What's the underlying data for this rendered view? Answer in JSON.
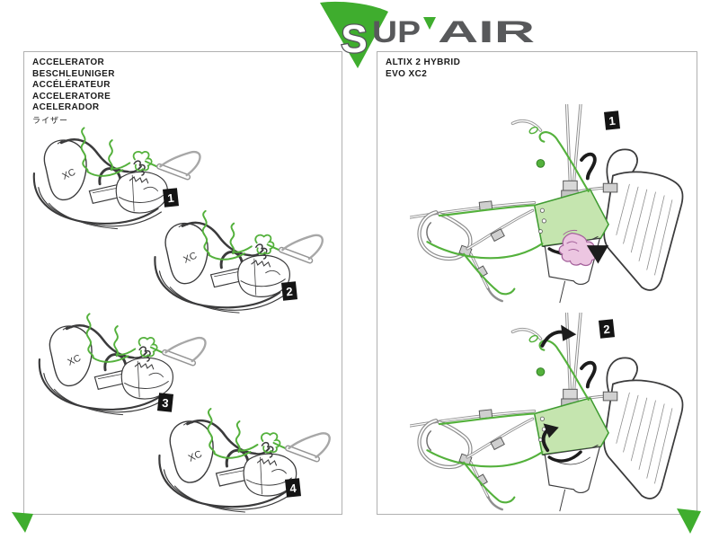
{
  "logo": {
    "s": "S",
    "up": "UP",
    "air": "AIR"
  },
  "left_panel": {
    "titles": [
      "ACCELERATOR",
      "BESCHLEUNIGER",
      "ACCÉLÉRATEUR",
      "ACCELERATORE",
      "ACELERADOR",
      "ライザー"
    ],
    "harness_label": "XC",
    "steps": [
      "1",
      "2",
      "3",
      "4"
    ]
  },
  "right_panel": {
    "titles": [
      "ALTIX 2 HYBRID",
      "EVO XC2"
    ],
    "steps": [
      "1",
      "2"
    ]
  },
  "colors": {
    "brand_green": "#3fad2e",
    "cord_green": "#54b13c",
    "seat_green": "#c5e5af",
    "line_dark": "#3b3b3c",
    "hardware_gray": "#8f8f8f",
    "hand_pink": "#ecc6e1",
    "badge_black": "#141414",
    "logo_gray": "#58595b",
    "panel_border": "#b0b0b0"
  }
}
